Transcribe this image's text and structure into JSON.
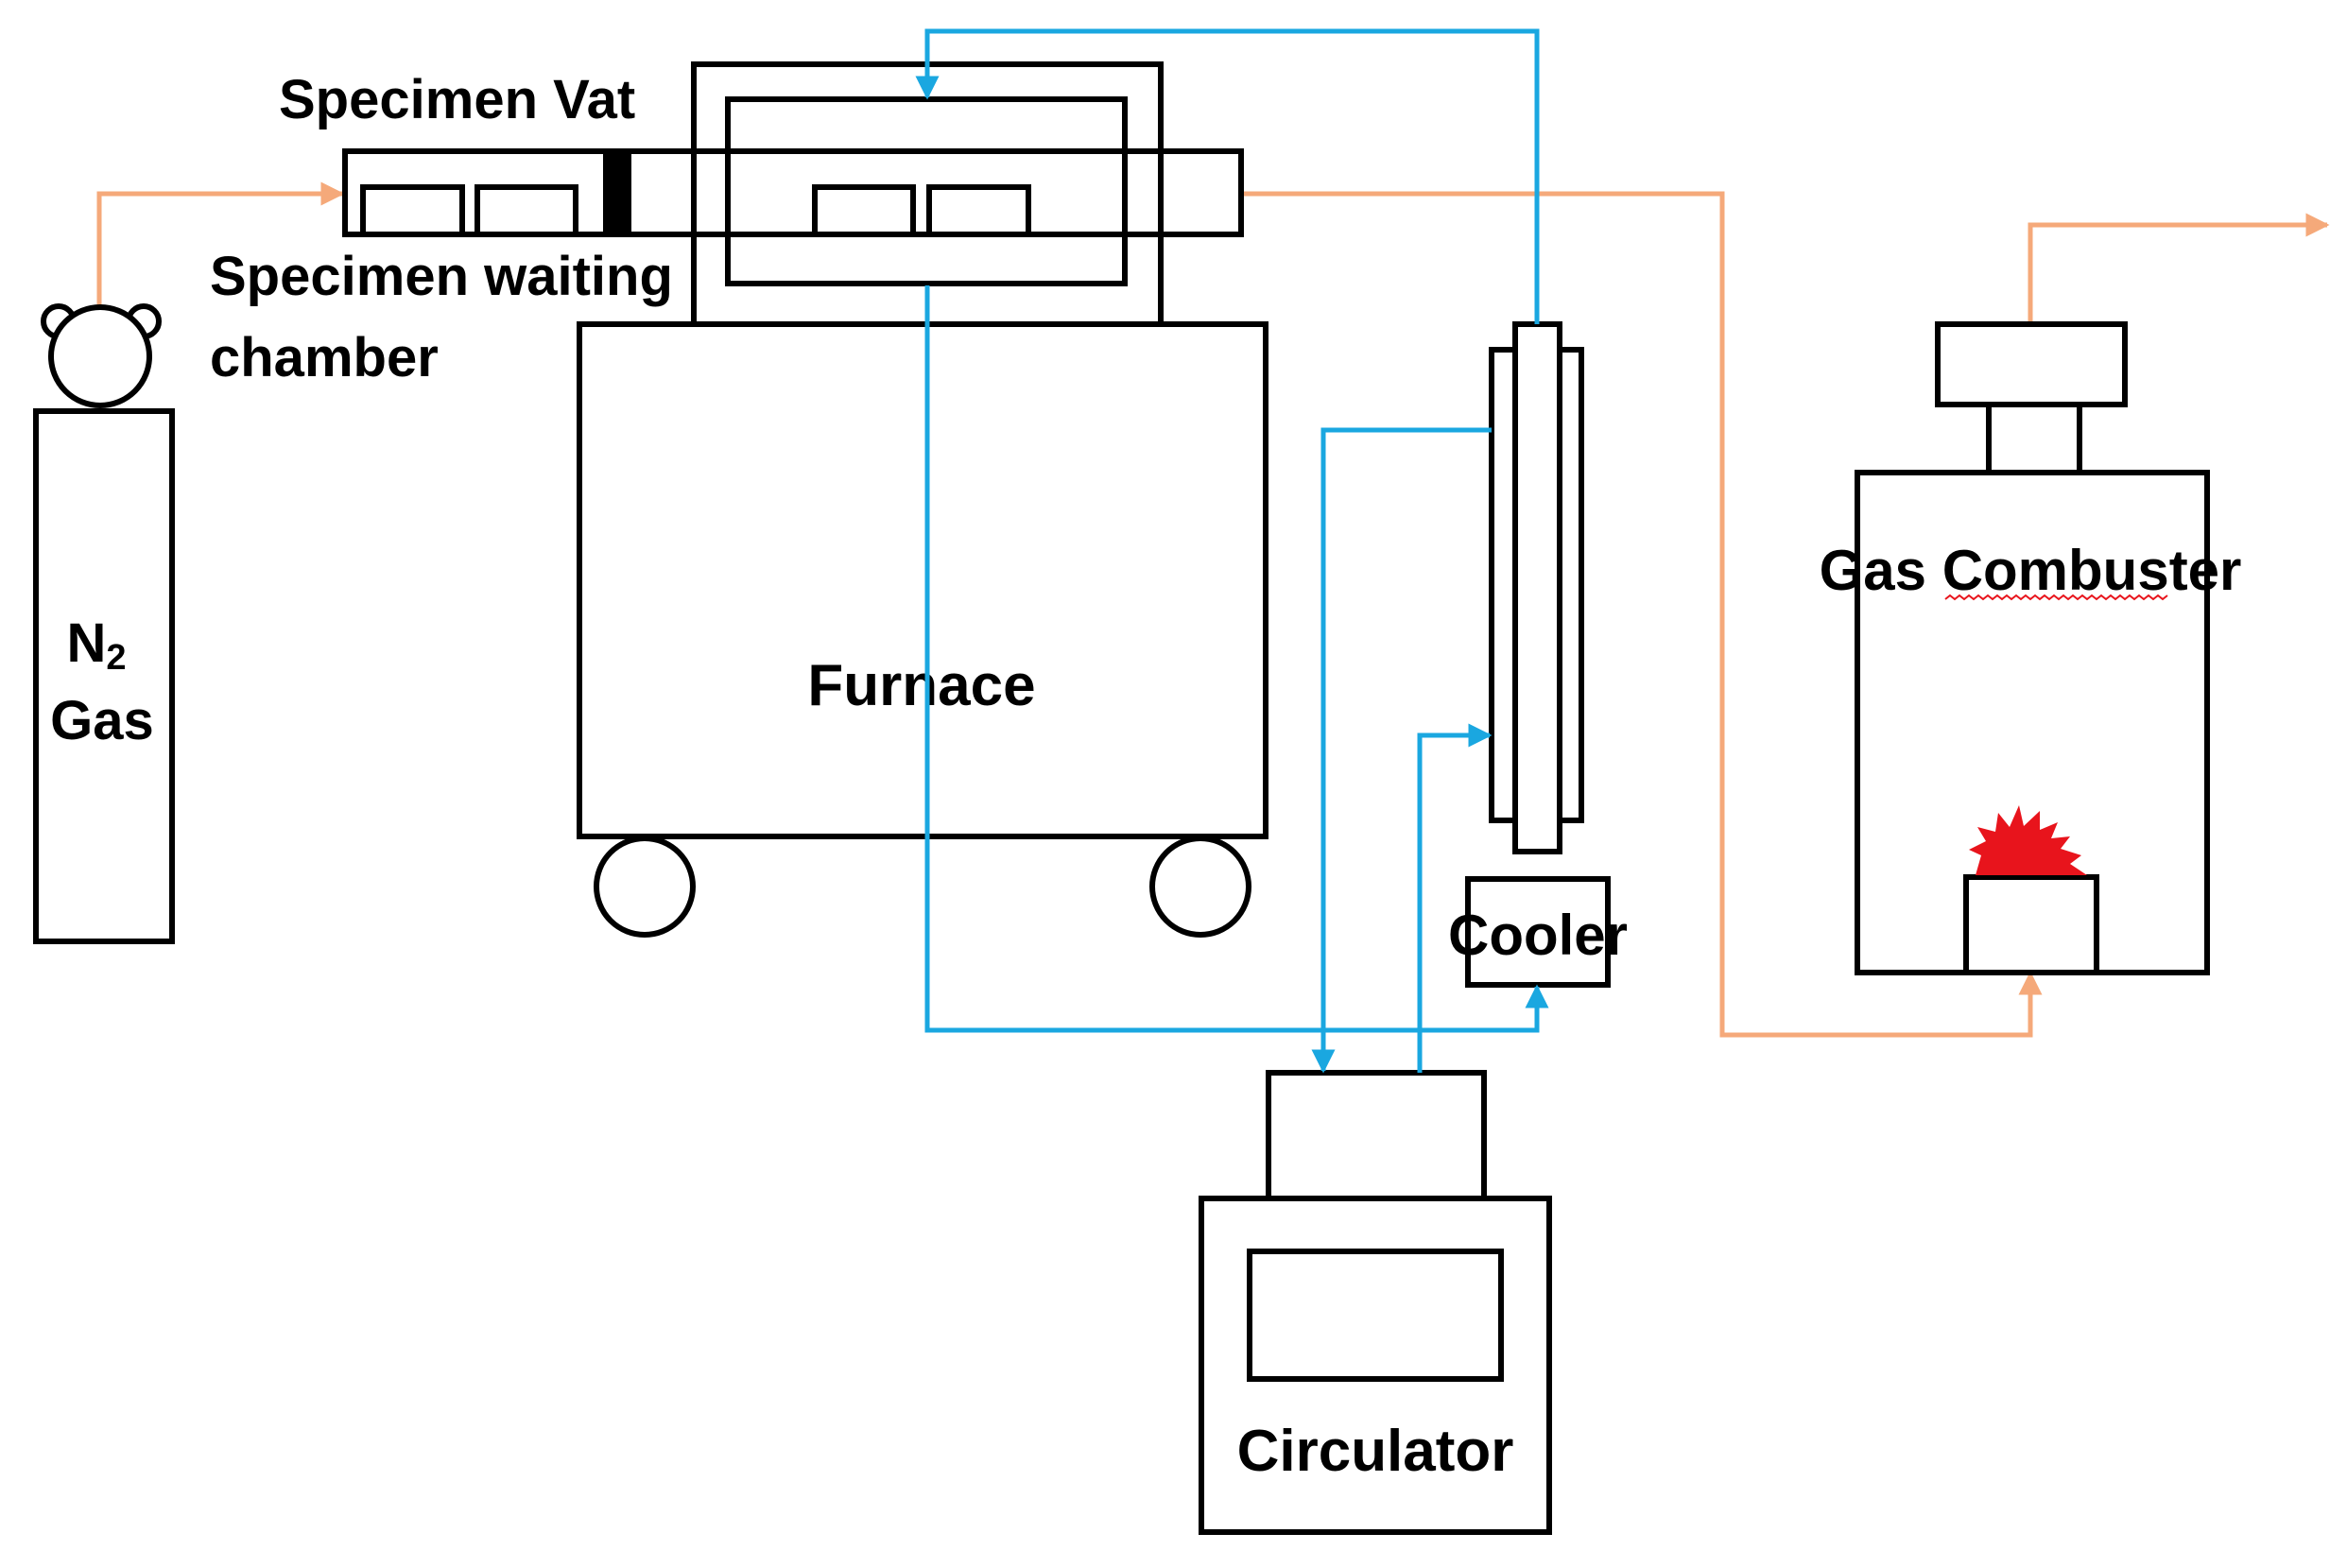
{
  "labels": {
    "n2_symbol": "N",
    "n2_subscript": "2",
    "n2_gas": "Gas",
    "specimen_vat": "Specimen Vat",
    "waiting_chamber_line1": "Specimen waiting",
    "waiting_chamber_line2": "chamber",
    "furnace": "Furnace",
    "cooler": "Cooler",
    "circulator": "Circulator",
    "gas_combuster": "Gas Combuster"
  },
  "colors": {
    "gas_line": "#F5A97A",
    "coolant_line": "#1AA7E0",
    "outline": "#000000",
    "flame": "#E8141C",
    "spellcheck_underline": "#E8141C"
  }
}
